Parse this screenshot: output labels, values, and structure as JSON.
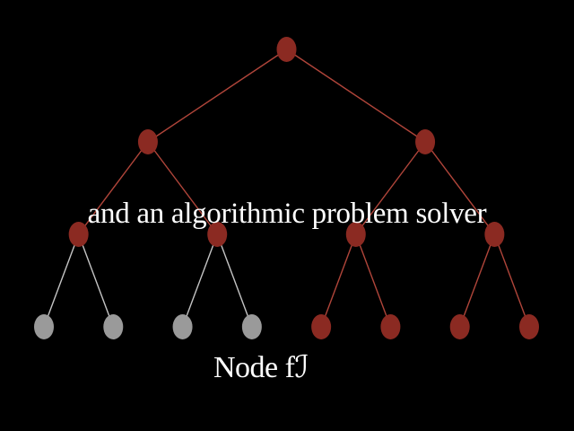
{
  "caption": "and an algorithmic problem solver",
  "node_label": "Node fℐ",
  "colors": {
    "background": "#000000",
    "active": "#8b2a22",
    "active_edge": "#b0453a",
    "inactive": "#9a9a9a",
    "inactive_edge": "#c4c4c4",
    "text": "#ffffff"
  },
  "tree": {
    "depth": 4,
    "node_states": [
      [
        "active"
      ],
      [
        "active",
        "active"
      ],
      [
        "active",
        "active",
        "active",
        "active"
      ],
      [
        "inactive",
        "inactive",
        "inactive",
        "inactive",
        "active",
        "active",
        "active",
        "active"
      ]
    ]
  }
}
